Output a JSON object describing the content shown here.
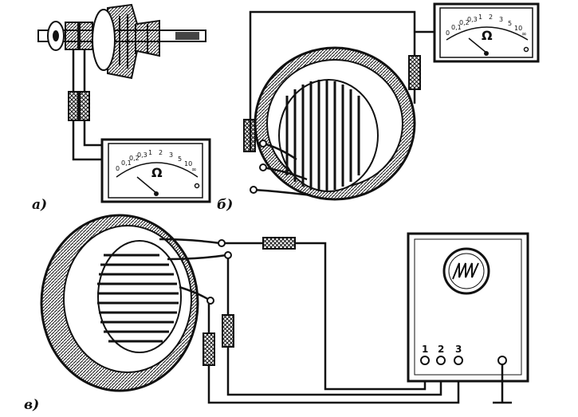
{
  "panels": {
    "a": {
      "label": "а)"
    },
    "b": {
      "label": "б)"
    },
    "c": {
      "label": "в)"
    }
  },
  "meter": {
    "scale_ticks": [
      "0",
      "0,1",
      "0,2",
      "0,3",
      "1",
      "2",
      "3",
      "5",
      "10",
      "∞"
    ],
    "unit_symbol": "Ω"
  },
  "oscilloscope": {
    "terminals": [
      "1",
      "2",
      "3"
    ]
  }
}
